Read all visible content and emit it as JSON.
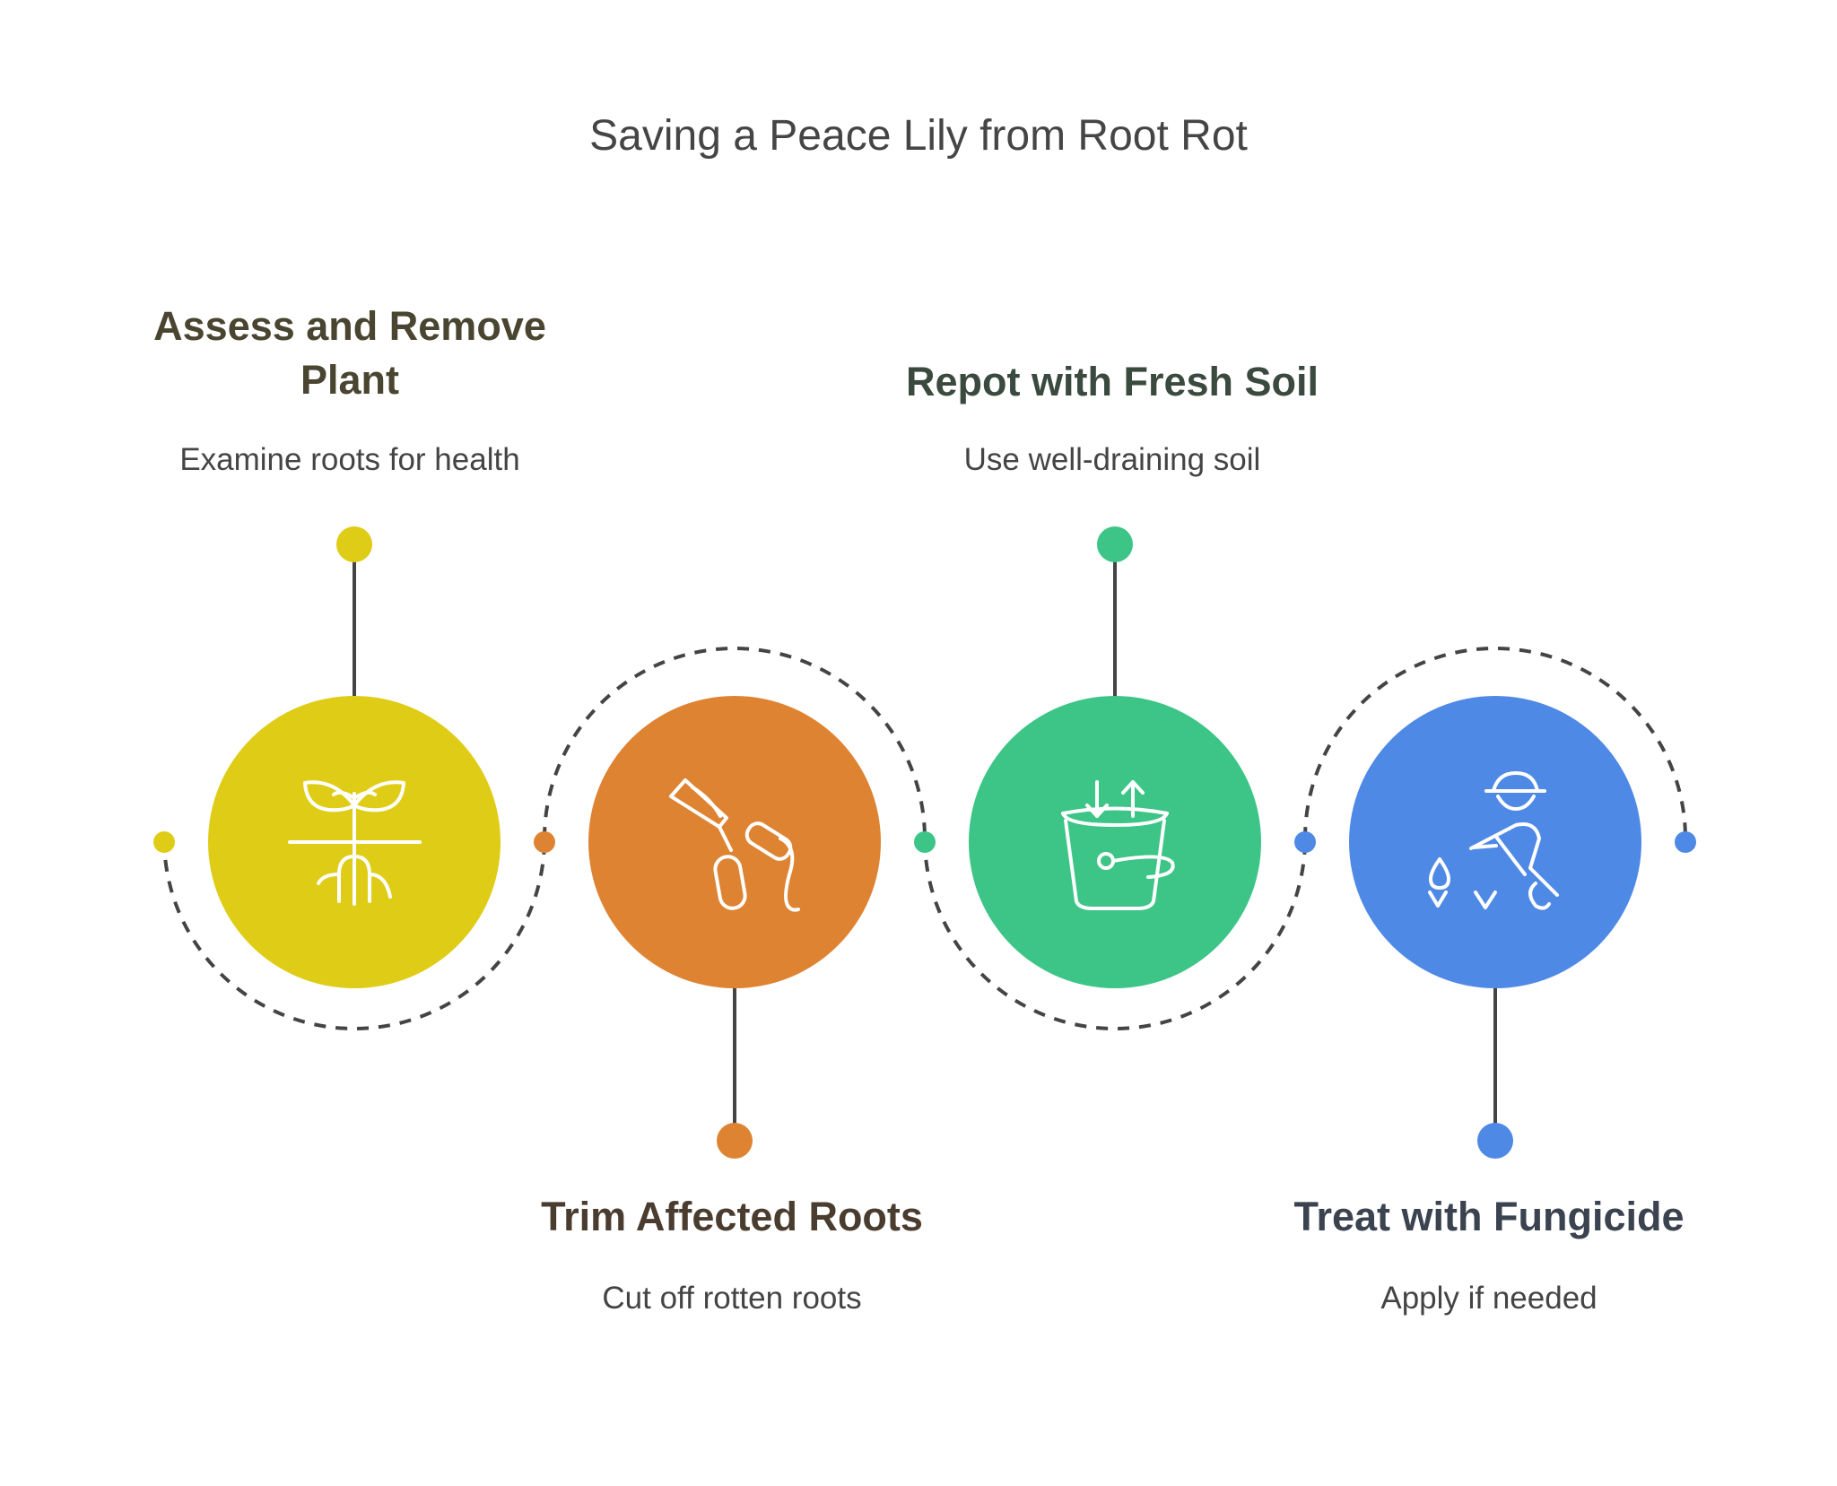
{
  "title": "Saving a Peace Lily from Root Rot",
  "colors": {
    "step1": "#DFCC16",
    "step2": "#DE8332",
    "step3": "#3DC587",
    "step4": "#4F89E6",
    "line": "#444444",
    "dash": "#444444"
  },
  "steps": [
    {
      "heading_line1": "Assess and Remove",
      "heading_line2": "Plant",
      "description": "Examine roots for health",
      "icon": "sprout-roots-icon"
    },
    {
      "heading": "Trim Affected Roots",
      "description": "Cut off rotten roots",
      "icon": "pruning-shears-icon"
    },
    {
      "heading": "Repot with Fresh Soil",
      "description": "Use well-draining soil",
      "icon": "bucket-arrows-icon"
    },
    {
      "heading": "Treat with Fungicide",
      "description": "Apply if needed",
      "icon": "gardener-watering-icon"
    }
  ]
}
